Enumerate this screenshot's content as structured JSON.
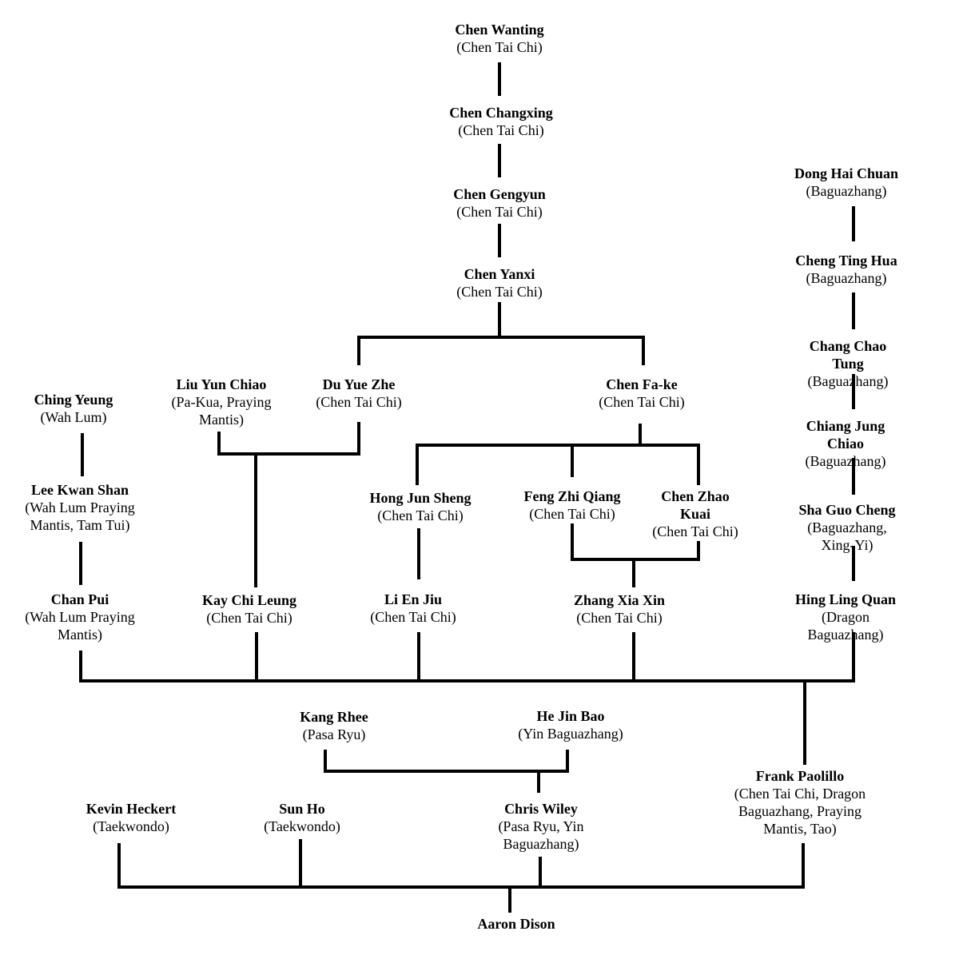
{
  "people": {
    "chen_wanting": {
      "name": "Chen Wanting",
      "style": "(Chen Tai Chi)"
    },
    "chen_changxing": {
      "name": "Chen Changxing",
      "style": "(Chen Tai Chi)"
    },
    "chen_gengyun": {
      "name": "Chen Gengyun",
      "style": "(Chen Tai Chi)"
    },
    "chen_yanxi": {
      "name": "Chen Yanxi",
      "style": "(Chen Tai Chi)"
    },
    "du_yue_zhe": {
      "name": "Du Yue Zhe",
      "style": "(Chen Tai Chi)"
    },
    "chen_fa_ke": {
      "name": "Chen Fa-ke",
      "style": "(Chen Tai Chi)"
    },
    "liu_yun_chiao": {
      "name": "Liu Yun Chiao",
      "style": "(Pa-Kua, Praying Mantis)"
    },
    "ching_yeung": {
      "name": "Ching Yeung",
      "style": "(Wah Lum)"
    },
    "lee_kwan_shan": {
      "name": "Lee Kwan Shan",
      "style": "(Wah Lum Praying Mantis, Tam Tui)"
    },
    "chan_pui": {
      "name": "Chan Pui",
      "style": "(Wah Lum Praying Mantis)"
    },
    "kay_chi_leung": {
      "name": "Kay Chi Leung",
      "style": "(Chen Tai Chi)"
    },
    "hong_jun_sheng": {
      "name": "Hong Jun Sheng",
      "style": "(Chen Tai Chi)"
    },
    "feng_zhi_qiang": {
      "name": "Feng Zhi Qiang",
      "style": "(Chen Tai Chi)"
    },
    "chen_zhao_kuai": {
      "name": "Chen Zhao Kuai",
      "style": "(Chen Tai Chi)"
    },
    "li_en_jiu": {
      "name": "Li En Jiu",
      "style": "(Chen Tai Chi)"
    },
    "zhang_xia_xin": {
      "name": "Zhang Xia Xin",
      "style": "(Chen Tai Chi)"
    },
    "dong_hai_chuan": {
      "name": "Dong Hai Chuan",
      "style": "(Baguazhang)"
    },
    "cheng_ting_hua": {
      "name": "Cheng Ting Hua",
      "style": "(Baguazhang)"
    },
    "chang_chao_tung": {
      "name": "Chang Chao Tung",
      "style": "(Baguazhang)"
    },
    "chiang_jung_chiao": {
      "name": "Chiang Jung Chiao",
      "style": "(Baguazhang)"
    },
    "sha_guo_cheng": {
      "name": "Sha Guo Cheng",
      "style": "(Baguazhang, Xing-Yi)"
    },
    "hing_ling_quan": {
      "name": "Hing Ling Quan",
      "style": "(Dragon Baguazhang)"
    },
    "kang_rhee": {
      "name": "Kang Rhee",
      "style": "(Pasa Ryu)"
    },
    "he_jin_bao": {
      "name": "He Jin Bao",
      "style": "(Yin Baguazhang)"
    },
    "frank_paolillo": {
      "name": "Frank Paolillo",
      "style": "(Chen Tai Chi, Dragon Baguazhang, Praying Mantis, Tao)"
    },
    "kevin_heckert": {
      "name": "Kevin Heckert",
      "style": "(Taekwondo)"
    },
    "sun_ho": {
      "name": "Sun Ho",
      "style": "(Taekwondo)"
    },
    "chris_wiley": {
      "name": "Chris Wiley",
      "style": "(Pasa Ryu, Yin Baguazhang)"
    },
    "aaron_dison": {
      "name": "Aaron Dison",
      "style": ""
    }
  },
  "colors": {
    "line": "#000000",
    "text": "#000000",
    "background": "#ffffff"
  }
}
